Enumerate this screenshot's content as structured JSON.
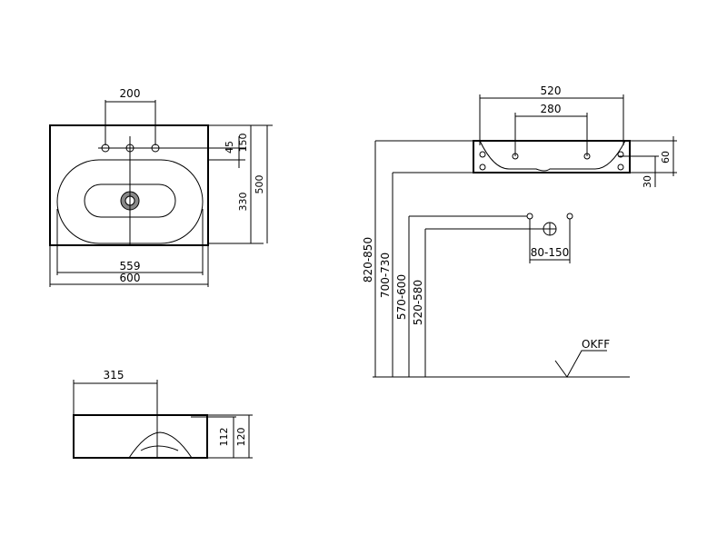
{
  "top_view": {
    "dim_tap_spacing": "200",
    "dim_edge_45": "45",
    "dim_150": "150",
    "dim_330": "330",
    "dim_500": "500",
    "dim_559": "559",
    "dim_600": "600"
  },
  "side_view": {
    "dim_315": "315",
    "dim_112": "112",
    "dim_120": "120"
  },
  "elevation_view": {
    "dim_520": "520",
    "dim_280": "280",
    "dim_60": "60",
    "dim_30": "30",
    "dim_80_150": "80-150",
    "height_820_850": "820-850",
    "height_700_730": "700-730",
    "height_570_600": "570-600",
    "height_520_580": "520-580",
    "floor_label": "OKFF"
  }
}
